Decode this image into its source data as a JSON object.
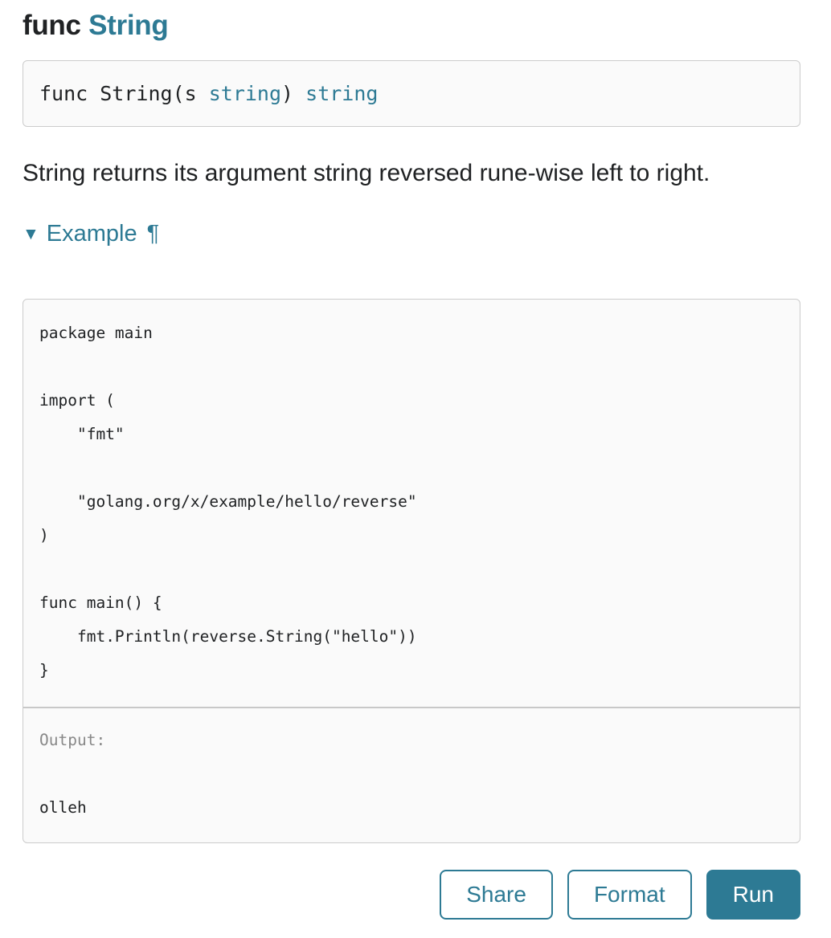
{
  "doc": {
    "heading": {
      "keyword": "func",
      "name": "String"
    },
    "signature": {
      "text_before": "func String(s ",
      "param_type": "string",
      "text_mid": ") ",
      "return_type": "string"
    },
    "description": "String returns its argument string reversed rune-wise left to right.",
    "example": {
      "toggle_icon": "▼",
      "title": "Example",
      "permalink": "¶",
      "code": "package main\n\nimport (\n\t\"fmt\"\n\n\t\"golang.org/x/example/hello/reverse\"\n)\n\nfunc main() {\n\tfmt.Println(reverse.String(\"hello\"))\n}",
      "output_label": "Output:",
      "output": "olleh",
      "buttons": {
        "share": "Share",
        "format": "Format",
        "run": "Run"
      }
    },
    "colors": {
      "accent_teal": "#2d7a94",
      "text_dark": "#202224",
      "muted_gray": "#888888",
      "panel_bg": "#fafafa",
      "panel_border": "#cccccc"
    }
  }
}
